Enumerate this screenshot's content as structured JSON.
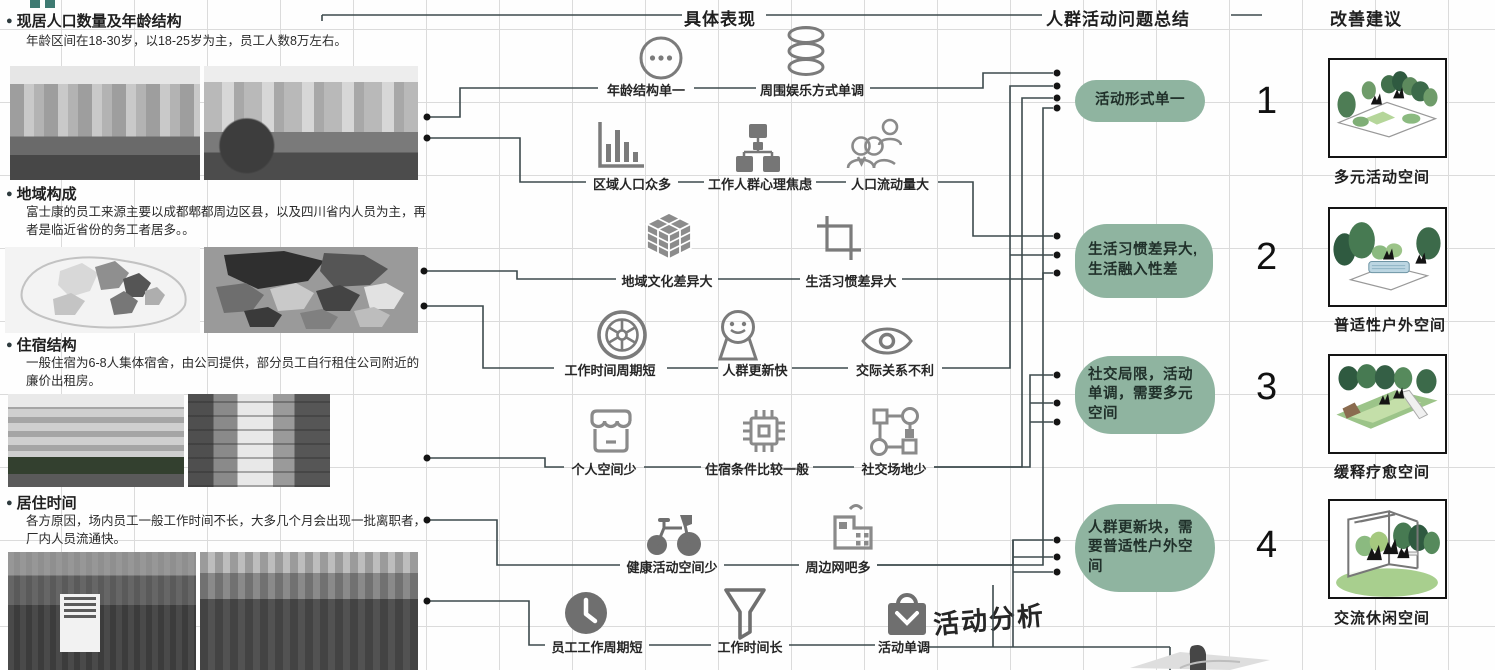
{
  "headers": {
    "manifestation": "具体表现",
    "problem_summary": "人群活动问题总结",
    "improvement": "改善建议",
    "activity_analysis": "活动分析"
  },
  "bullet": "●",
  "left_sections": [
    {
      "title": "现居人口数量及年龄结构",
      "desc": "年龄区间在18-30岁，以18-25岁为主，员工人数8万左右。"
    },
    {
      "title": "地域构成",
      "desc": "富士康的员工来源主要以成都郫都周边区县，以及四川省内人员为主，再者是临近省份的务工者居多。。"
    },
    {
      "title": "住宿结构",
      "desc": "一般住宿为6-8人集体宿舍，由公司提供，部分员工自行租住公司附近的廉价出租房。"
    },
    {
      "title": "居住时间",
      "desc": "各方原因，场内员工一般工作时间不长，大多几个月会出现一批离职者，厂内人员流通快。"
    }
  ],
  "manifestations": [
    {
      "icon": "ellipsis-circle",
      "label": "年龄结构单一"
    },
    {
      "icon": "database",
      "label": "周围娱乐方式单调"
    },
    {
      "icon": "bar-chart",
      "label": "区域人口众多"
    },
    {
      "icon": "sitemap",
      "label": "工作人群心理焦虑"
    },
    {
      "icon": "people",
      "label": "人口流动量大"
    },
    {
      "icon": "cube",
      "label": "地域文化差异大"
    },
    {
      "icon": "crop",
      "label": "生活习惯差异大"
    },
    {
      "icon": "wheel",
      "label": "工作时间周期短"
    },
    {
      "icon": "ghost-smiley",
      "label": "人群更新快"
    },
    {
      "icon": "eye",
      "label": "交际关系不利"
    },
    {
      "icon": "storefront",
      "label": "个人空间少"
    },
    {
      "icon": "chip",
      "label": "住宿条件比较一般"
    },
    {
      "icon": "network-nodes",
      "label": "社交场地少"
    },
    {
      "icon": "bicycle",
      "label": "健康活动空间少"
    },
    {
      "icon": "factory",
      "label": "周边网吧多"
    },
    {
      "icon": "clock",
      "label": "员工工作周期短"
    },
    {
      "icon": "funnel",
      "label": "工作时间长"
    },
    {
      "icon": "shopping-bag",
      "label": "活动单调"
    }
  ],
  "problems": [
    {
      "num": "1",
      "text": "活动形式单一"
    },
    {
      "num": "2",
      "text": "生活习惯差异大,生活融入性差"
    },
    {
      "num": "3",
      "text": "社交局限，活动单调，需要多元空间"
    },
    {
      "num": "4",
      "text": "人群更新块，需要普适性户外空间"
    }
  ],
  "suggestions": [
    {
      "label": "多元活动空间"
    },
    {
      "label": "普适性户外空间"
    },
    {
      "label": "缓释疗愈空间"
    },
    {
      "label": "交流休闲空间"
    }
  ],
  "colors": {
    "pill_green": "#8fb4a0",
    "icon_gray": "#7b7b7b",
    "connector": "#3d4a4d",
    "accent_teal": "#3e7a72"
  }
}
